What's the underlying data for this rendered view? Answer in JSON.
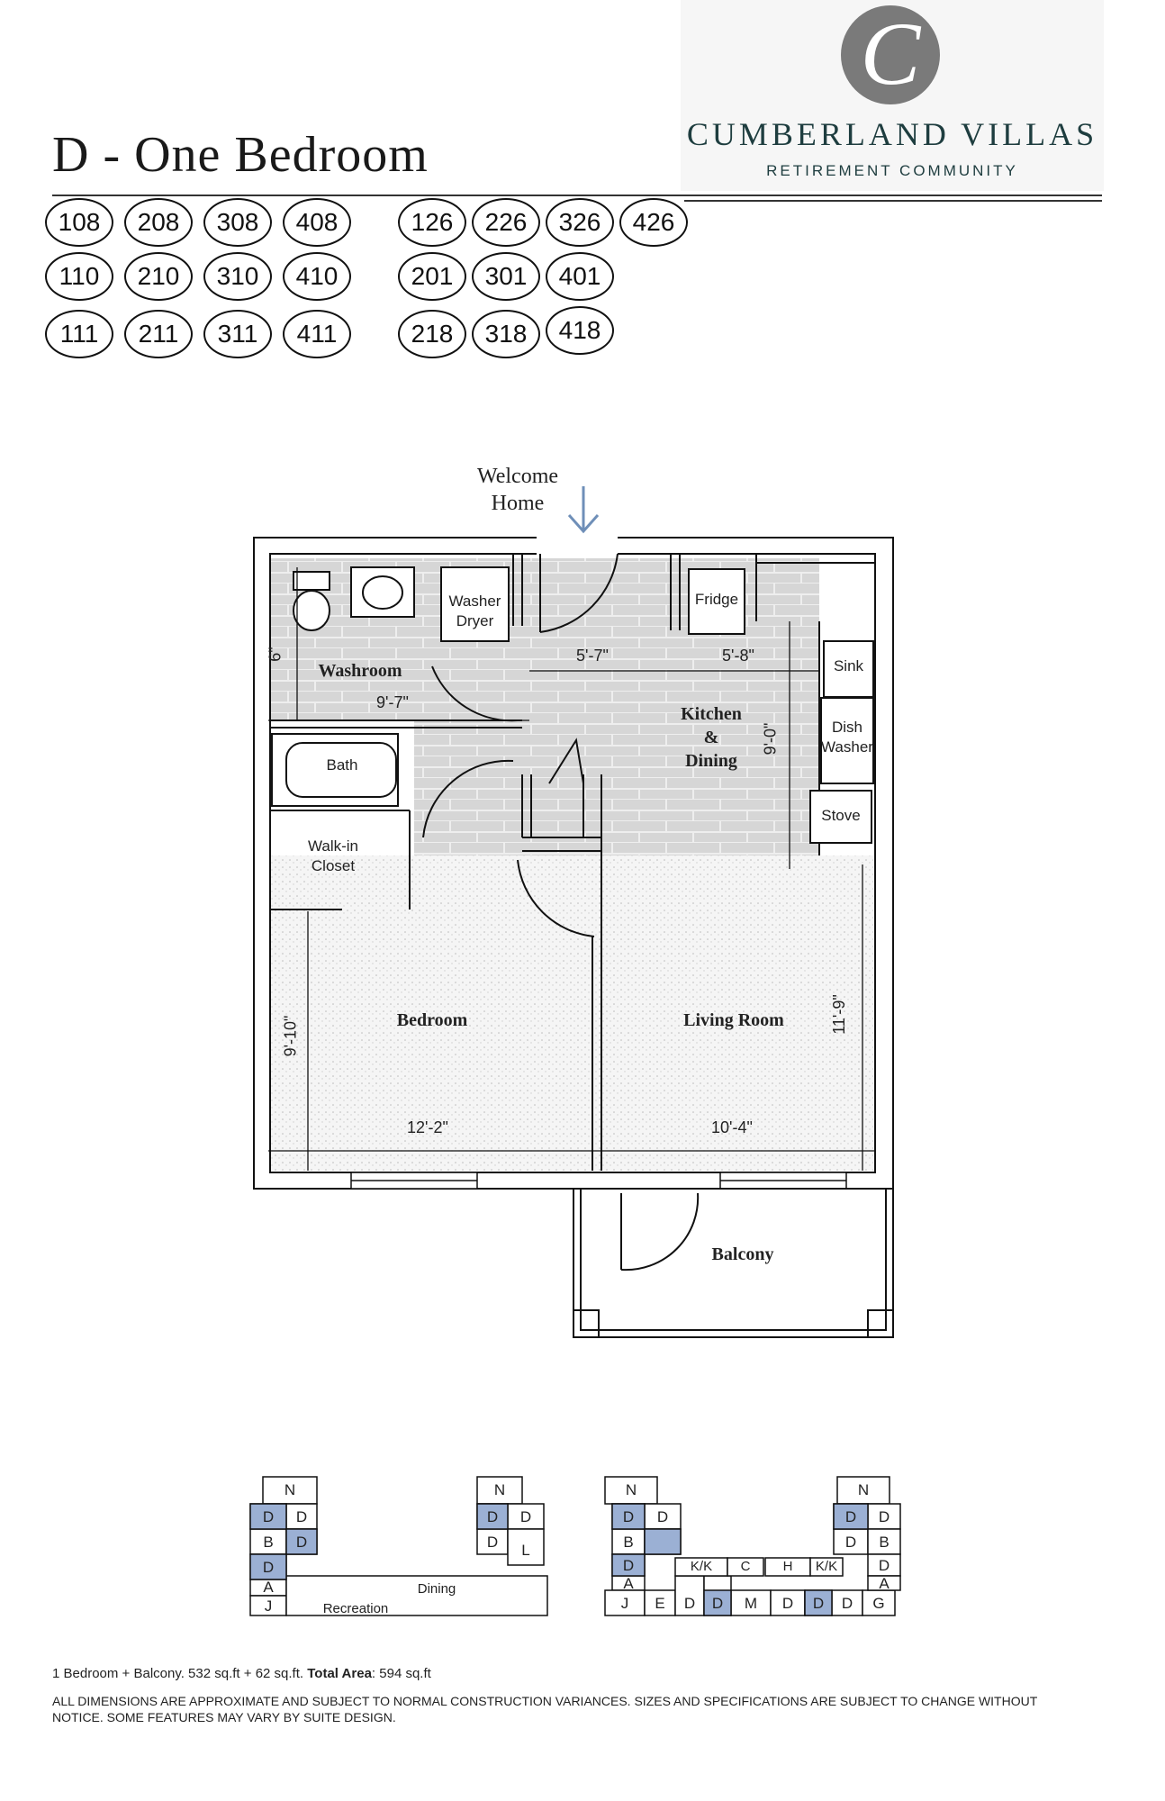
{
  "header": {
    "title": "D - One Bedroom",
    "brand_name": "CUMBERLAND VILLAS",
    "brand_tagline": "RETIREMENT COMMUNITY",
    "logo_letter": "C"
  },
  "unit_numbers": [
    "108",
    "208",
    "308",
    "408",
    "126",
    "226",
    "326",
    "426",
    "110",
    "210",
    "310",
    "410",
    "201",
    "301",
    "401",
    "111",
    "211",
    "311",
    "411",
    "218",
    "318",
    "418"
  ],
  "floor_plan": {
    "entry_label_line1": "Welcome",
    "entry_label_line2": "Home",
    "rooms": {
      "washroom": "Washroom",
      "bath": "Bath",
      "walk_in_closet_line1": "Walk-in",
      "walk_in_closet_line2": "Closet",
      "washer_dryer_line1": "Washer",
      "washer_dryer_line2": "Dryer",
      "fridge": "Fridge",
      "sink": "Sink",
      "dishwasher_line1": "Dish",
      "dishwasher_line2": "Washer",
      "stove": "Stove",
      "kitchen_line1": "Kitchen",
      "kitchen_line2": "&",
      "kitchen_line3": "Dining",
      "bedroom": "Bedroom",
      "living_room": "Living Room",
      "balcony": "Balcony"
    },
    "dimensions": {
      "washroom_height": "6\"",
      "washroom_width": "9'-7\"",
      "hall_width": "5'-7\"",
      "kitchen_width": "5'-8\"",
      "kitchen_depth": "9'-0\"",
      "bedroom_depth": "9'-10\"",
      "bedroom_width": "12'-2\"",
      "living_width": "10'-4\"",
      "living_depth": "11'-9\""
    }
  },
  "key_plans": {
    "left": {
      "units": [
        "N",
        "D",
        "D",
        "D",
        "B",
        "D",
        "A",
        "J",
        "N",
        "D",
        "D",
        "D",
        "L"
      ],
      "rooms": [
        "Recreation",
        "Dining"
      ]
    },
    "right": {
      "units": [
        "N",
        "D",
        "D",
        "B",
        "D",
        "A",
        "J",
        "E",
        "D",
        "D",
        "K/K",
        "C",
        "H",
        "K/K",
        "M",
        "D",
        "D",
        "D",
        "N",
        "D",
        "D",
        "D",
        "B",
        "D",
        "A",
        "G"
      ]
    },
    "highlight_color": "#9bb0d4"
  },
  "footer": {
    "area_prefix": "1 Bedroom + Balcony. 532 sq.ft + 62 sq.ft.",
    "area_label": "Total Area",
    "area_value": ": 594 sq.ft",
    "disclaimer": "ALL DIMENSIONS ARE APPROXIMATE AND SUBJECT TO NORMAL CONSTRUCTION VARIANCES. SIZES AND SPECIFICATIONS ARE SUBJECT TO CHANGE WITHOUT NOTICE. SOME FEATURES MAY VARY BY SUITE DESIGN."
  }
}
